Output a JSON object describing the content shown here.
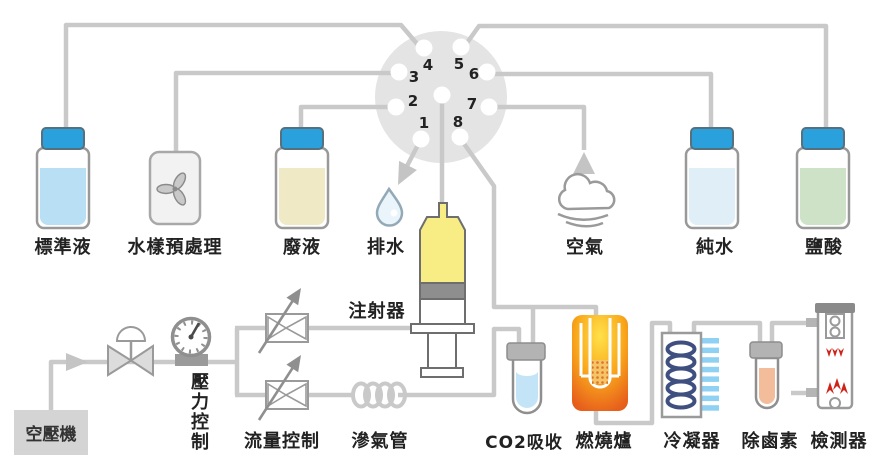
{
  "valve": {
    "description": "8-port rotary selection valve",
    "ports": [
      "1",
      "2",
      "3",
      "4",
      "5",
      "6",
      "7",
      "8"
    ]
  },
  "top_row": {
    "standard": "標準液",
    "pretreatment": "水樣預處理",
    "waste": "廢液",
    "drain": "排水",
    "air": "空氣",
    "pure_water": "純水",
    "hydrochloric_acid": "鹽酸"
  },
  "middle": {
    "syringe": "注射器"
  },
  "bottom_row": {
    "compressor": "空壓機",
    "pressure_control": "壓力控制",
    "flow_control": "流量控制",
    "permeation_tube": "滲氣管",
    "co2_absorber": "CO2吸收",
    "furnace": "燃燒爐",
    "condenser": "冷凝器",
    "halogen_remover": "除鹵素",
    "detector": "檢測器"
  },
  "icons": {
    "drop": "water-drop-icon",
    "cloud": "air-cloud-icon",
    "propeller": "stirrer-icon",
    "gauge": "pressure-gauge-icon",
    "shutoff_valve": "bowtie-valve-icon",
    "flow_valve": "flow-control-valve-icon",
    "coil": "spring-coil-icon",
    "flame_arrows": "detector-flame-arrows-icon"
  },
  "colors": {
    "pipe_gray": "#c9c9c9",
    "cap_blue": "#2aa1dc",
    "standard_liquid": "#b8dff4",
    "waste_liquid": "#efe9c6",
    "pure_water_liquid": "#e0eef8",
    "acid_liquid": "#cde2c6",
    "syringe_yellow": "#f8ec85",
    "furnace_orange": "#e8611c",
    "furnace_yellow": "#ffe14a",
    "condenser_coil_navy": "#3e4f80",
    "condenser_fin_blue": "#8ed1f2",
    "halogen_fill_salmon": "#f3bd9b",
    "co2_fill_blue": "#c3e4f6",
    "detector_red": "#cf2218"
  }
}
